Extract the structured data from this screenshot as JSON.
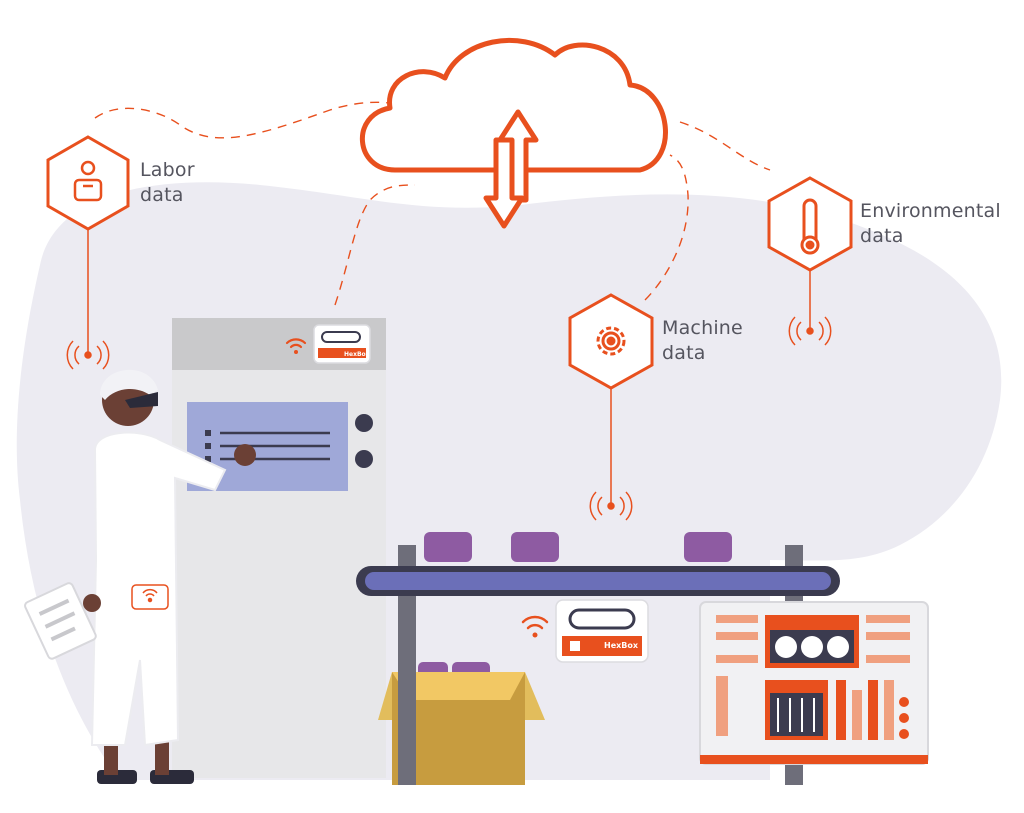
{
  "nodes": {
    "labor": {
      "line1": "Labor",
      "line2": "data",
      "icon": "worker-icon"
    },
    "machine": {
      "line1": "Machine",
      "line2": "data",
      "icon": "gear-icon"
    },
    "environmental": {
      "line1": "Environmental",
      "line2": "data",
      "icon": "thermometer-icon"
    }
  },
  "devices": {
    "large": {
      "brand": "HexBox"
    },
    "small": {
      "brand": "HexBox"
    }
  },
  "colors": {
    "accent": "#e8501e",
    "blob": "#ecebf2",
    "panel": "#9fa8d8",
    "conveyor": "#6b6fb8",
    "product": "#8e5ba2",
    "box": "#d9b04d",
    "dark": "#3b3b4f"
  }
}
